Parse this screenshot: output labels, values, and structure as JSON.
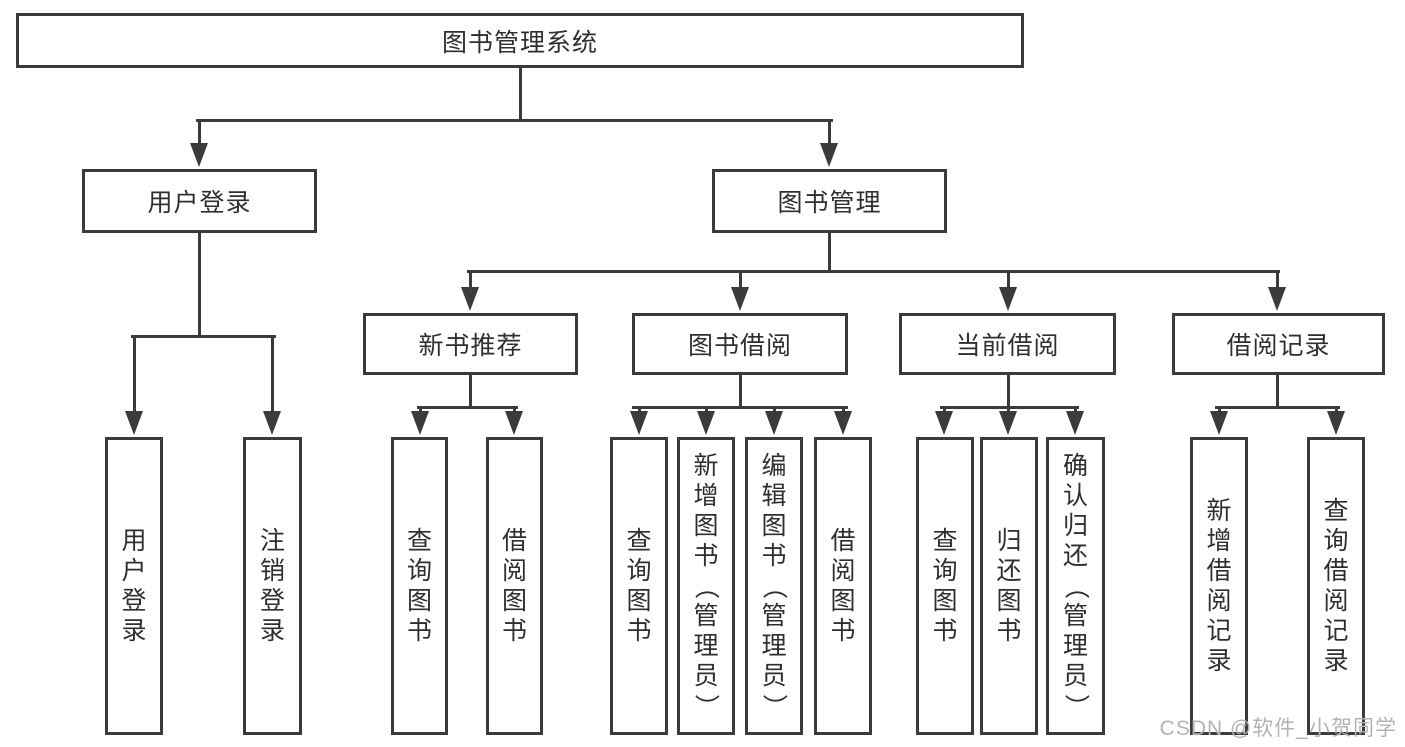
{
  "diagram": {
    "title": "图书管理系统",
    "root": {
      "label": "图书管理系统"
    },
    "branches": [
      {
        "label": "用户登录",
        "children": [
          {
            "label": "用户登录"
          },
          {
            "label": "注销登录"
          }
        ]
      },
      {
        "label": "图书管理",
        "children": [
          {
            "label": "新书推荐",
            "children": [
              {
                "label": "查询图书"
              },
              {
                "label": "借阅图书"
              }
            ]
          },
          {
            "label": "图书借阅",
            "children": [
              {
                "label": "查询图书"
              },
              {
                "label": "新增图书（管理员）"
              },
              {
                "label": "编辑图书（管理员）"
              },
              {
                "label": "借阅图书"
              }
            ]
          },
          {
            "label": "当前借阅",
            "children": [
              {
                "label": "查询图书"
              },
              {
                "label": "归还图书"
              },
              {
                "label": "确认归还（管理员）"
              }
            ]
          },
          {
            "label": "借阅记录",
            "children": [
              {
                "label": "新增借阅记录"
              },
              {
                "label": "查询借阅记录"
              }
            ]
          }
        ]
      }
    ]
  },
  "watermark": {
    "text": "CSDN @软件_小贺同学"
  },
  "colors": {
    "line": "#3b3b3b",
    "text": "#2f2f2f",
    "background": "#ffffff",
    "watermark": "#b3b3b3"
  }
}
